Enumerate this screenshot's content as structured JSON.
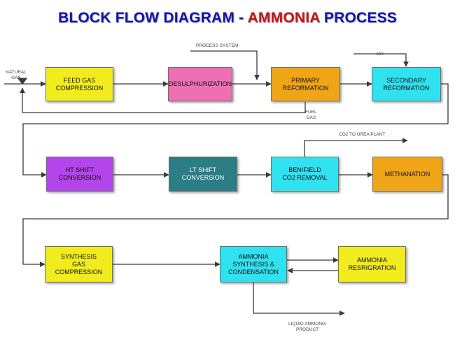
{
  "title": {
    "part1": "BLOCK FLOW DIAGRAM -",
    "part2": "AMMONIA",
    "part3": "PROCESS"
  },
  "nodes": {
    "feed_gas_compression": {
      "label": "FEED GAS\nCOMPRESSION",
      "color": "#f2ec1e"
    },
    "desulphurization": {
      "label": "DESULPHURIZATION",
      "color": "#ee6fb4"
    },
    "primary_reformation": {
      "label": "PRIMARY\nREFORMATION",
      "color": "#f0a516"
    },
    "secondary_reformation": {
      "label": "SECONDARY\nREFORMATION",
      "color": "#30e2f0"
    },
    "ht_shift_conversion": {
      "label": "HT SHIFT\nCONVERSION",
      "color": "#b445ec"
    },
    "lt_shift_conversion": {
      "label": "LT SHIFT\nCONVERSION",
      "color": "#2b7d86"
    },
    "benifield_co2_removal": {
      "label": "BENIFIELD\nCO2 REMOVAL",
      "color": "#30e2f0"
    },
    "methanation": {
      "label": "METHANATION",
      "color": "#f0a516"
    },
    "synthesis_gas_compression": {
      "label": "SYNTHESIS\nGAS\nCOMPRESSION",
      "color": "#f2ec1e"
    },
    "ammonia_synthesis_condensation": {
      "label": "AMMONIA\nSYNTHESIS &\nCONDENSATION",
      "color": "#30e2f0"
    },
    "ammonia_refrigeration": {
      "label": "AMMONIA\nRESRIGRATION",
      "color": "#f2ec1e"
    }
  },
  "stream_labels": {
    "natural_gas": "NATURAL\nGAS",
    "process_system": "PROCESS  SYSTEM",
    "air": "AIR",
    "fuel_gas": "FUEL\nGAS",
    "co2_to_urea_plant": "CO2 TO UREA PLANT",
    "liquid_ammonia_product": "LIQUID AMMONIA\nPRODUCT"
  },
  "colors": {
    "title_blue": "#1414a8",
    "title_red": "#c81414",
    "line": "#3a3a3a"
  }
}
